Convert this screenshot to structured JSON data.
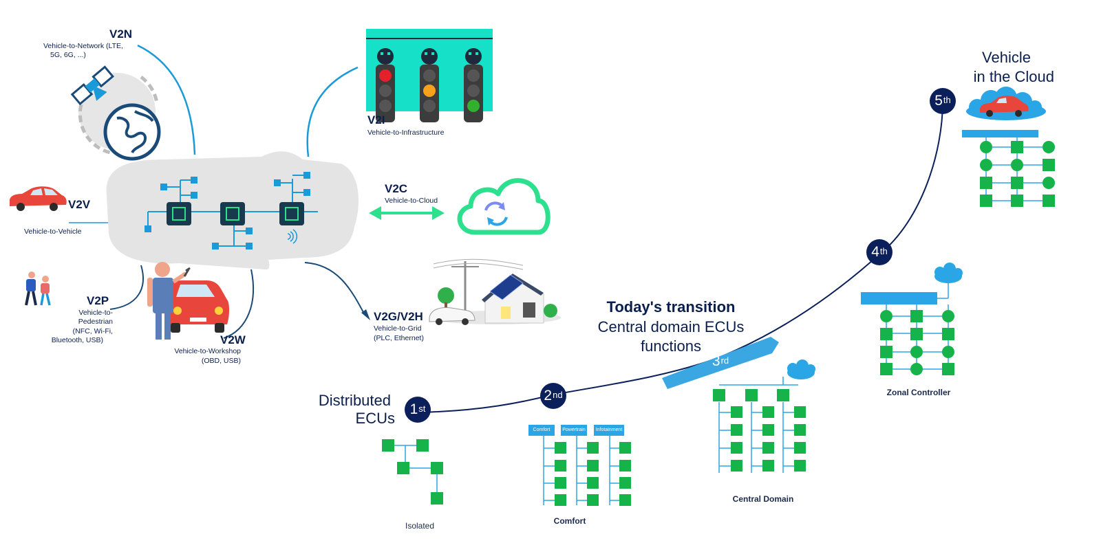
{
  "v2x": {
    "v2n": {
      "title": "V2N",
      "desc_line1": "Vehicle-to-Network  (LTE,",
      "desc_line2": "5G, 6G, ...)"
    },
    "v2i": {
      "title": "V2I",
      "desc": "Vehicle-to-Infrastructure"
    },
    "v2v": {
      "title": "V2V",
      "desc": "Vehicle-to-Vehicle"
    },
    "v2c": {
      "title": "V2C",
      "desc": "Vehicle-to-Cloud"
    },
    "v2p": {
      "title": "V2P",
      "desc_line1": "Vehicle-to-",
      "desc_line2": "Pedestrian",
      "desc_line3": "(NFC, Wi-Fi,",
      "desc_line4": "Bluetooth, USB)"
    },
    "v2w": {
      "title": "V2W",
      "desc_line1": "Vehicle-to-Workshop",
      "desc_line2": "(OBD, USB)"
    },
    "v2g": {
      "title": "V2G/V2H",
      "desc_line1": "Vehicle-to-Grid",
      "desc_line2": "(PLC, Ethernet)"
    }
  },
  "evolution": {
    "stage1": {
      "ordinal": "1",
      "suffix": "st",
      "title_line1": "Distributed",
      "title_line2": "ECUs",
      "label": "Isolated"
    },
    "stage2": {
      "ordinal": "2",
      "suffix": "nd",
      "label": "Comfort",
      "boxes": [
        "Comfort",
        "Powertrain",
        "Infotainment"
      ]
    },
    "stage3": {
      "ordinal": "3",
      "suffix": "rd",
      "label": "Central  Domain",
      "title_bold": "Today's transition",
      "title_line2": "Central domain ECUs",
      "title_line3": "functions"
    },
    "stage4": {
      "ordinal": "4",
      "suffix": "th",
      "label": "Zonal Controller"
    },
    "stage5": {
      "ordinal": "5",
      "suffix": "th",
      "title_line1": "Vehicle",
      "title_line2": "in the Cloud"
    }
  },
  "colors": {
    "navy": "#0b1f5a",
    "accent_blue": "#2aa6e6",
    "ecu_green": "#16b24a",
    "v2c_green": "#2de08e",
    "traffic_bg": "#16e0c8",
    "car_red": "#e8453c"
  },
  "icons": [
    "satellite-icon",
    "globe-icon",
    "car-icon",
    "chip-icon",
    "wifi-icon",
    "traffic-light-icon",
    "cloud-sync-icon",
    "house-solar-icon",
    "pedestrian-icon",
    "mechanic-icon",
    "cloud-icon"
  ]
}
